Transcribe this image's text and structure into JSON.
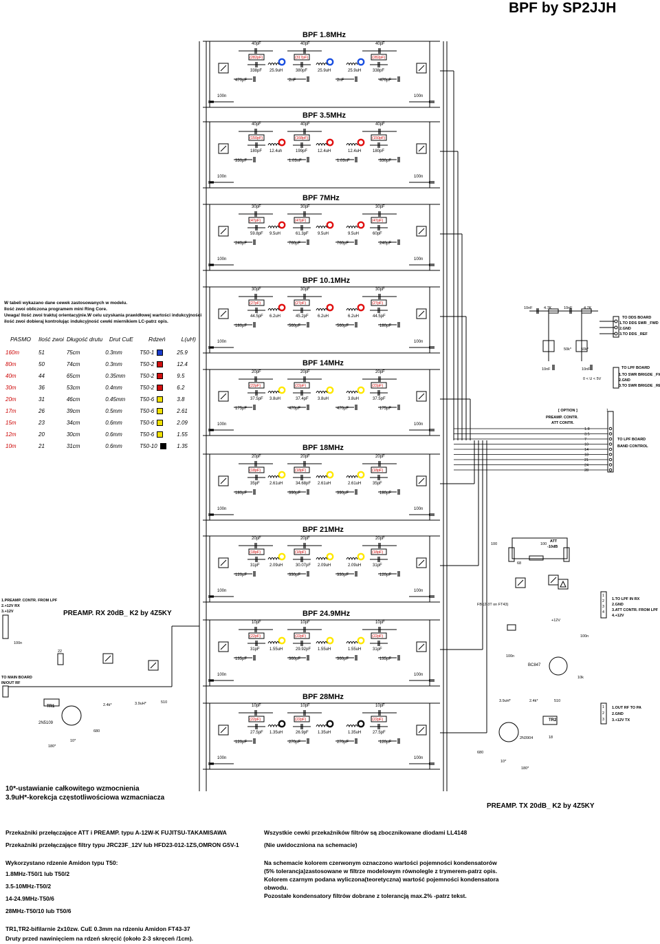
{
  "title": "BPF by SP2JJH",
  "filters": [
    {
      "name": "BPF 1.8MHz",
      "top_caps": [
        "40pF",
        "40pF",
        "40pF"
      ],
      "red": [
        "(282pF)",
        "(317pF)",
        "(282pF)"
      ],
      "trims": [
        "338pF",
        "380pF",
        "338pF"
      ],
      "inductors": [
        "25.9uH",
        "25.9uH",
        "25.9uH"
      ],
      "coupling": [
        "470pF",
        "2nF",
        "2nF",
        "470pF"
      ],
      "decouple": "100n",
      "ring": "blue"
    },
    {
      "name": "BPF 3.5MHz",
      "top_caps": [
        "40pF",
        "40pF",
        "40pF"
      ],
      "red": [
        "(150pF)",
        "(168pF)",
        "(150pF)"
      ],
      "trims": [
        "180pF",
        "199pF",
        "180pF"
      ],
      "inductors": [
        "12.4uh",
        "12.4uH",
        "12.4uH"
      ],
      "coupling": [
        "330pF",
        "1.03nF",
        "1.03nF",
        "330pF"
      ],
      "decouple": "100n",
      "ring": "red"
    },
    {
      "name": "BPF 7MHz",
      "top_caps": [
        "30pF",
        "30pF",
        "30pF"
      ],
      "red": [
        "(47pF)",
        "(47pF)",
        "(47pF)"
      ],
      "trims": [
        "59.8pF",
        "61.3pF",
        "60pF"
      ],
      "inductors": [
        "9.5uH",
        "9.5uH",
        "9.5uH"
      ],
      "coupling": [
        "240pF",
        "760pF",
        "760pF",
        "240pF"
      ],
      "decouple": "100n",
      "ring": "red"
    },
    {
      "name": "BPF 10.1MHz",
      "top_caps": [
        "30pF",
        "30pF",
        "30pF"
      ],
      "red": [
        "(27pF)",
        "(27pF)",
        "(27pF)"
      ],
      "trims": [
        "44.5pF",
        "45.2pF",
        "44.5pF"
      ],
      "inductors": [
        "6.2uH",
        "6.2uH",
        "6.2uH"
      ],
      "coupling": [
        "180pF",
        "560pF",
        "560pF",
        "180pF"
      ],
      "decouple": "100n",
      "ring": "red"
    },
    {
      "name": "BPF 14MHz",
      "top_caps": [
        "20pF",
        "20pF",
        "20pF"
      ],
      "red": [
        "(22pF)",
        "(22pF)",
        "(22pF)"
      ],
      "trims": [
        "37.5pF",
        "37.4pF",
        "37.5pF"
      ],
      "inductors": [
        "3.8uH",
        "3.8uH",
        "3.8uH"
      ],
      "coupling": [
        "175pF",
        "470pF",
        "470pF",
        "175pF"
      ],
      "decouple": "100n",
      "ring": "yellow"
    },
    {
      "name": "BPF 18MHz",
      "top_caps": [
        "20pF",
        "20pF",
        "20pF"
      ],
      "red": [
        "(18pF)",
        "(18pF)",
        "(18pF)"
      ],
      "trims": [
        "35pF",
        "34.68pF",
        "35pF"
      ],
      "inductors": [
        "2.61uH",
        "2.61uH",
        "2.61uH"
      ],
      "coupling": [
        "180pF",
        "390pF",
        "390pF",
        "180pF"
      ],
      "decouple": "100n",
      "ring": "yellow"
    },
    {
      "name": "BPF 21MHz",
      "top_caps": [
        "20pF",
        "20pF",
        "20pF"
      ],
      "red": [
        "(18pF)",
        "(18pF)",
        "(18pF)"
      ],
      "trims": [
        "31pF",
        "30.07pF",
        "31pF"
      ],
      "inductors": [
        "2.09uH",
        "2.09uH",
        "2.09uH"
      ],
      "coupling": [
        "120pF",
        "330pF",
        "330pF",
        "120pF"
      ],
      "decouple": "100n",
      "ring": "yellow"
    },
    {
      "name": "BPF 24.9MHz",
      "top_caps": [
        "10pF",
        "10pF",
        "10pF"
      ],
      "red": [
        "(22pF)",
        "(22pF)",
        "(22pF)"
      ],
      "trims": [
        "31pF",
        "29.92pF",
        "31pF"
      ],
      "inductors": [
        "1.55uH",
        "1.55uH",
        "1.55uH"
      ],
      "coupling": [
        "135pF",
        "360pF",
        "360pF",
        "135pF"
      ],
      "decouple": "100n",
      "ring": "yellow"
    },
    {
      "name": "BPF 28MHz",
      "top_caps": [
        "10pF",
        "10pF",
        "10pF"
      ],
      "red": [
        "(22pF)",
        "(22pF)",
        "(22pF)"
      ],
      "trims": [
        "27.5pF",
        "26.9pF",
        "27.5pF"
      ],
      "inductors": [
        "1.35uH",
        "1.35uH",
        "1.35uH"
      ],
      "coupling": [
        "120pF",
        "270pF",
        "270pF",
        "120pF"
      ],
      "decouple": "100n",
      "ring": "black"
    }
  ],
  "model_note": {
    "lines": [
      "W tabeli wykazano dane cewek zastosowanych w modelu.",
      "Ilość zwoi obliczona programem mini Ring Core.",
      "Uwaga! Ilość zwoi traktuj orientacyjnie.W celu uzyskania prawidłowej wartości indukcyjności",
      "ilość zwoi dobieraj kontrolując indukcyjność cewki miernikiem LC-patrz opis."
    ]
  },
  "coil_table": {
    "headers": [
      "PASMO",
      "Ilość zwoi",
      "Długość drutu",
      "Drut CuE",
      "Rdzeń",
      "L(uH)"
    ],
    "rows": [
      {
        "band": "160m",
        "turns": "51",
        "length": "75cm",
        "wire": "0.3mm",
        "core": "T50-1",
        "color": "#1a3ccc",
        "l": "25.9"
      },
      {
        "band": "80m",
        "turns": "50",
        "length": "74cm",
        "wire": "0.3mm",
        "core": "T50-2",
        "color": "#d01010",
        "l": "12.4"
      },
      {
        "band": "40m",
        "turns": "44",
        "length": "65cm",
        "wire": "0.35mm",
        "core": "T50-2",
        "color": "#d01010",
        "l": "9.5"
      },
      {
        "band": "30m",
        "turns": "36",
        "length": "53cm",
        "wire": "0.4mm",
        "core": "T50-2",
        "color": "#d01010",
        "l": "6.2"
      },
      {
        "band": "20m",
        "turns": "31",
        "length": "46cm",
        "wire": "0.45mm",
        "core": "T50-6",
        "color": "#f0e000",
        "l": "3.8"
      },
      {
        "band": "17m",
        "turns": "26",
        "length": "39cm",
        "wire": "0.5mm",
        "core": "T50-6",
        "color": "#f0e000",
        "l": "2.61"
      },
      {
        "band": "15m",
        "turns": "23",
        "length": "34cm",
        "wire": "0.6mm",
        "core": "T50-6",
        "color": "#f0e000",
        "l": "2.09"
      },
      {
        "band": "12m",
        "turns": "20",
        "length": "30cm",
        "wire": "0.6mm",
        "core": "T50-6",
        "color": "#f0e000",
        "l": "1.55"
      },
      {
        "band": "10m",
        "turns": "21",
        "length": "31cm",
        "wire": "0.6mm",
        "core": "T50-10",
        "color": "#000000",
        "l": "1.35"
      }
    ]
  },
  "dds": {
    "caps": [
      "10nF",
      "4.7K",
      "10nF",
      "4.7K"
    ],
    "pins": [
      "1",
      "2",
      "3"
    ],
    "labels": [
      "TO DDS BOARD",
      "1.TO DDS SWR _FWD",
      "2.GND",
      "3.TO DDS _REF"
    ],
    "pots": [
      "50k*",
      "50k*"
    ]
  },
  "lpf1": {
    "caps": [
      "10nF",
      "10nF"
    ],
    "range": "0 < U < 5V",
    "labels": [
      "TO LPF BOARD",
      "1.TO SWR BRIGDE _FWD",
      "2.GND",
      "3.TO SWR BRIGDE _REF]"
    ]
  },
  "option": {
    "title": "[ OPTION ]",
    "lines": [
      "PREAMP. CONTR.",
      "ATT CONTR."
    ],
    "pins": [
      "1.8",
      "3.5",
      "7",
      "10",
      "14",
      "18",
      "21",
      "24",
      "28"
    ],
    "first_pin": "1",
    "board": [
      "TO LPF BOARD",
      "BAND CONTROL"
    ]
  },
  "att": {
    "label": "ATT",
    "value": "-10dB",
    "r1": "100",
    "r2": "100",
    "r3": "68"
  },
  "lpf_in": {
    "labels": [
      "1.TO LPF IN RX",
      "2.GND",
      "3.ATT CONTR. FROM LPF",
      "4.+12V"
    ],
    "pins": [
      "1",
      "2",
      "3",
      "4"
    ]
  },
  "tx": {
    "fb": "FB (2-3T on FT43)",
    "v12": "+12V",
    "bc847": "BC847",
    "c1": "100n",
    "c2": "100n",
    "r10k": "10k",
    "l": "3.9uH*",
    "r24": "2.4k*",
    "r510": "510",
    "tr2": "TR2",
    "t2": "2N3904",
    "r18": "18",
    "r680": "680",
    "r10": "10*",
    "r180": "180*",
    "labels": [
      "1.OUT RF TO PA",
      "2.GND",
      "3.+12V TX"
    ],
    "pins": [
      "1",
      "2",
      "3"
    ],
    "title": "PREAMP. TX  20dB_ K2 by 4Z5KY"
  },
  "rx": {
    "header": [
      "1.PREAMP. CONTR. FROM LPF",
      "2.+12V RX",
      "3.+12V"
    ],
    "title": "PREAMP. RX  20dB_ K2 by 4Z5KY",
    "main": [
      "TO MAIN BOARD",
      "IN/OUT RF"
    ],
    "r22": "22",
    "tr1": "TR1",
    "t1": "2N5109",
    "l": "3.9uH*",
    "r24": "2.4k*",
    "r510": "510",
    "r680": "680",
    "r10": "10*",
    "r180": "180*",
    "c": "100n"
  },
  "footnotes": [
    "10*-ustawianie całkowitego wzmocnienia",
    "3.9uH*-korekcja częstotliwościowa wzmacniacza"
  ],
  "bottom_left": [
    "Przekaźniki przełączające ATT i PREAMP. typu A-12W-K  FUJITSU-TAKAMISAWA",
    "Przekaźniki przełączające filtry typu JRC23F_12V lub HFD23-012-1ZS,OMRON G5V-1",
    "Wykorzystano rdzenie Amidon typu T50:",
    "1.8MHz-T50/1 lub T50/2",
    "3.5-10MHz-T50/2",
    "14-24.9MHz-T50/6",
    "28MHz-T50/10 lub T50/6",
    "TR1,TR2-bifilarnie 2x10zw. CuE 0.3mm na rdzeniu Amidon FT43-37",
    "Druty przed nawinięciem na rdzeń skręcić (około 2-3 skręceń /1cm)."
  ],
  "bottom_right": [
    "Wszystkie cewki przekaźników filtrów są zbocznikowane diodami LL4148",
    "(Nie uwidoczniona na schemacie)",
    "Na schemacie kolorem czerwonym oznaczono wartości pojemności kondensatorów",
    "(5% tolerancja)zastosowane w filtrze modelowym równolegle z trymerem-patrz opis.",
    "Kolorem czarnym podana wyliczona(teoretyczna) wartość pojemności kondensatora",
    "obwodu.",
    "Pozostałe kondensatory filtrów dobrane z tolerancją max.2% -patrz tekst."
  ]
}
